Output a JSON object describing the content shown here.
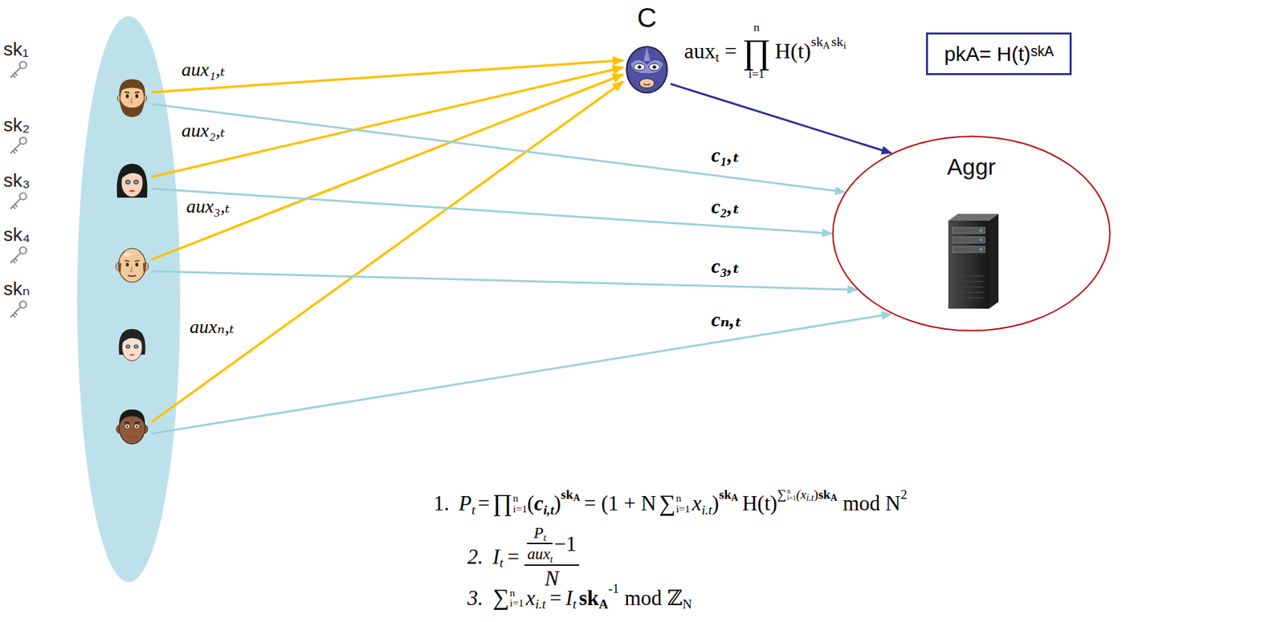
{
  "diagram": {
    "nodes": [
      {
        "text": [
          "sk₁"
        ]
      },
      {
        "text": [
          "sk₂"
        ]
      },
      {
        "text": [
          "sk₃"
        ]
      },
      {
        "text": [
          "sk₄"
        ]
      },
      {
        "text": [
          "skₙ"
        ]
      },
      {
        "text": [
          "C"
        ]
      },
      {
        "text": [
          "pkA= H(t)ˢᵏᴬ"
        ]
      },
      {
        "text": [
          "Aggr"
        ]
      }
    ],
    "edges": [
      {
        "from": 0,
        "to": 5,
        "arrow": "to",
        "label": "aux₁,ₜ"
      },
      {
        "from": 1,
        "to": 5,
        "arrow": "to",
        "label": "aux₂,ₜ"
      },
      {
        "from": 2,
        "to": 5,
        "arrow": "to",
        "label": "aux₃,ₜ"
      },
      {
        "from": 4,
        "to": 5,
        "arrow": "to",
        "label": "auxₙ,ₜ"
      },
      {
        "from": 5,
        "to": 7,
        "arrow": "to"
      },
      {
        "from": 0,
        "to": 7,
        "arrow": "to",
        "label": "c₁,ₜ"
      },
      {
        "from": 1,
        "to": 7,
        "arrow": "to",
        "label": "c₂,ₜ"
      },
      {
        "from": 2,
        "to": 7,
        "arrow": "to",
        "label": "c₃,ₜ"
      },
      {
        "from": 4,
        "to": 7,
        "arrow": "to",
        "label": "cₙ,ₜ"
      }
    ],
    "labels": [
      "aux",
      "t",
      "=",
      "n",
      "∏",
      "i=1",
      "H(t)",
      "sk",
      "A",
      "sk",
      "i",
      "1.",
      "P",
      "t",
      "=",
      "∏",
      "n",
      "i=1",
      "(",
      "c",
      "i,t",
      ")",
      "sk",
      "A",
      "= (1 + N",
      "∑",
      "n",
      "i=1",
      "x",
      "i.t",
      ")",
      "sk",
      "A",
      "H(t)",
      "∑",
      "n",
      "i=1",
      "(x",
      "i.t",
      ")",
      "sk",
      "A",
      "mod N",
      "2",
      "2.",
      "I",
      "t",
      "=",
      "P",
      "t",
      "aux",
      "t",
      "−1",
      "N",
      "3.",
      "∑",
      "n",
      "i=1",
      "x",
      "i.t",
      "=",
      "I",
      "t",
      "sk",
      "A",
      "-1",
      "mod ℤ",
      "N"
    ]
  }
}
